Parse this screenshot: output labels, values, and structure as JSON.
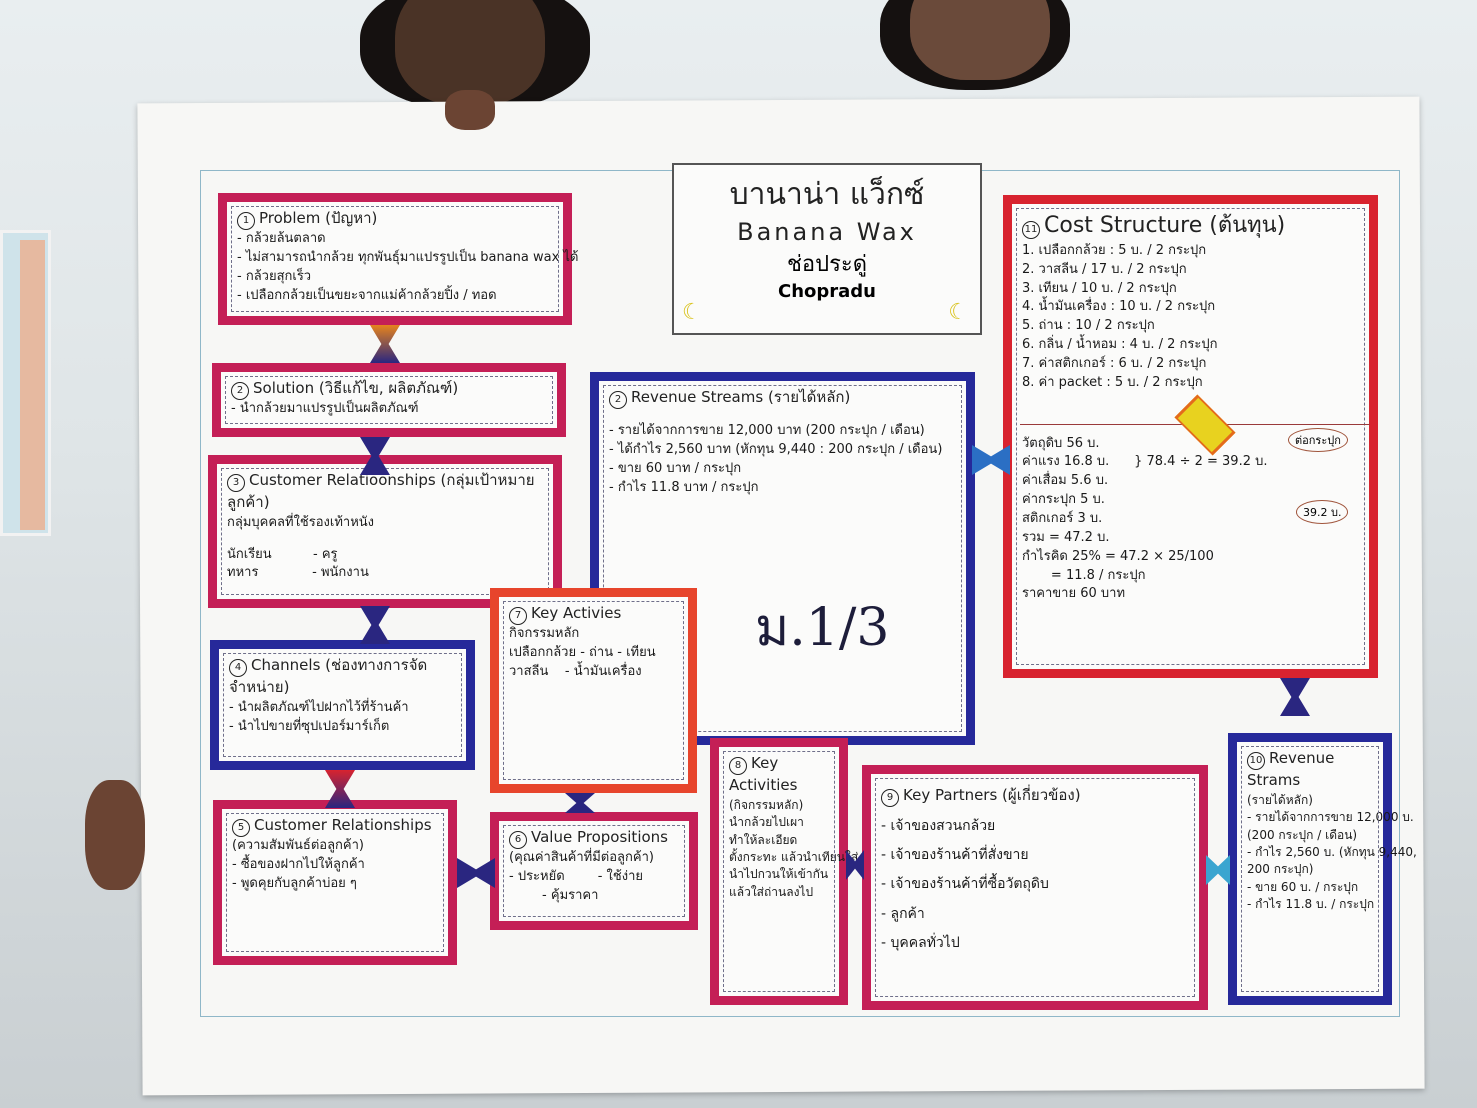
{
  "poster": {
    "title_thai": "บานาน่า แว็กซ์",
    "title_en": "Banana Wax",
    "team_thai": "ช่อประดู่",
    "team_en": "Chopradu",
    "class_label": "ม.1/3"
  },
  "boxes": [
    {
      "id": "b-problem",
      "num": "1",
      "title": "Problem (ปัญหา)",
      "style": "",
      "lines": [
        "- กล้วยล้นตลาด",
        "- ไม่สามารถนำกล้วย ทุกพันธุ์มาแปรรูปเป็น banana wax ได้",
        "- กล้วยสุกเร็ว",
        "- เปลือกกล้วยเป็นขยะจากแม่ค้ากล้วยปิ้ง / ทอด"
      ]
    },
    {
      "id": "b-solution",
      "num": "2",
      "title": "Solution (วิธีแก้ไข, ผลิตภัณฑ์)",
      "style": "",
      "lines": [
        "- นำกล้วยมาแปรรูปเป็นผลิตภัณฑ์"
      ]
    },
    {
      "id": "b-segments",
      "num": "3",
      "title": "Customer Relatioonships (กลุ่มเป้าหมายลูกค้า)",
      "style": "",
      "lines": [
        "กลุ่มบุคคลที่ใช้รองเท้าหนัง",
        "",
        "นักเรียน          - ครู",
        "ทหาร             - พนักงาน"
      ]
    },
    {
      "id": "b-channels",
      "num": "4",
      "title": "Channels (ช่องทางการจัดจำหน่าย)",
      "style": "blue",
      "lines": [
        "- นำผลิตภัณฑ์ไปฝากไว้ที่ร้านค้า",
        "- นำไปขายที่ซุปเปอร์มาร์เก็ต"
      ]
    },
    {
      "id": "b-relationships",
      "num": "5",
      "title": "Customer Relationships",
      "style": "",
      "lines": [
        "(ความสัมพันธ์ต่อลูกค้า)",
        "- ซื้อของฝากไปให้ลูกค้า",
        "- พูดคุยกับลูกค้าบ่อย ๆ"
      ]
    },
    {
      "id": "b-keyact7",
      "num": "7",
      "title": "Key Activies",
      "style": "orange",
      "lines": [
        "กิจกรรมหลัก",
        "เปลือกกล้วย - ถ่าน - เทียน",
        "วาสลีน    - น้ำมันเครื่อง"
      ]
    },
    {
      "id": "b-value",
      "num": "6",
      "title": "Value Propositions",
      "style": "",
      "lines": [
        "(คุณค่าสินค้าที่มีต่อลูกค้า)",
        "- ประหยัด        - ใช้ง่าย",
        "        - คุ้มราคา"
      ]
    },
    {
      "id": "b-revenue",
      "num": "2",
      "title": "Revenue Streams (รายได้หลัก)",
      "style": "blue",
      "lines": [
        "",
        "- รายได้จากการขาย 12,000 บาท (200 กระปุก / เดือน)",
        "- ได้กำไร 2,560 บาท (หักทุน 9,440 : 200 กระปุก / เดือน)",
        "- ขาย 60 บาท / กระปุก",
        "- กำไร 11.8 บาท / กระปุก"
      ]
    },
    {
      "id": "b-cost",
      "num": "11",
      "title": "Cost Structure (ต้นทุน)",
      "style": "red",
      "lines": [
        "1. เปลือกกล้วย : 5 บ. / 2 กระปุก",
        "2. วาสลีน / 17 บ. / 2 กระปุก",
        "3. เทียน / 10 บ. / 2 กระปุก",
        "4. น้ำมันเครื่อง : 10 บ. / 2 กระปุก",
        "5. ถ่าน : 10 / 2 กระปุก",
        "6. กลิ่น / น้ำหอม : 4 บ. / 2 กระปุก",
        "7. ค่าสติกเกอร์ : 6 บ. / 2 กระปุก",
        "8. ค่า packet : 5 บ. / 2 กระปุก",
        "",
        "วัตถุดิบ 56 บ.",
        "ค่าแรง 16.8 บ.      } 78.4 ÷ 2 = 39.2 บ.",
        "ค่าเสื่อม 5.6 บ.",
        "ค่ากระปุก 5 บ.",
        "สติกเกอร์ 3 บ.",
        "รวม = 47.2 บ.",
        "กำไรคิด 25% = 47.2 × 25/100",
        "       = 11.8 / กระปุก",
        "ราคาขาย 60 บาท"
      ]
    },
    {
      "id": "b-keyact8",
      "num": "8",
      "title": "Key Activities",
      "style": "",
      "lines": [
        "(กิจกรรมหลัก)",
        "นำกล้วยไปเผา",
        "ทำให้ละเอียด",
        "ตั้งกระทะ แล้วนำเทียนใส่",
        "นำไปกวนให้เข้ากัน",
        "แล้วใส่ถ่านลงไป"
      ]
    },
    {
      "id": "b-partners",
      "num": "9",
      "title": "Key Partners (ผู้เกี่ยวข้อง)",
      "style": "",
      "lines": [
        "- เจ้าของสวนกล้วย",
        "- เจ้าของร้านค้าที่สั่งขาย",
        "- เจ้าของร้านค้าที่ซื้อวัตถุดิบ",
        "- ลูกค้า",
        "- บุคคลทั่วไป"
      ]
    },
    {
      "id": "b-revenue10",
      "num": "10",
      "title": "Revenue Strams",
      "style": "blue",
      "lines": [
        "(รายได้หลัก)",
        "- รายได้จากการขาย 12,000 บ.",
        "(200 กระปุก / เดือน)",
        "- กำไร 2,560 บ. (หักทุน 9,440,",
        "200 กระปุก)",
        "- ขาย 60 บ. / กระปุก",
        "- กำไร 11.8 บ. / กระปุก"
      ]
    }
  ],
  "cost_note": "ต่อกระปุก",
  "cost_result": "39.2 บ."
}
